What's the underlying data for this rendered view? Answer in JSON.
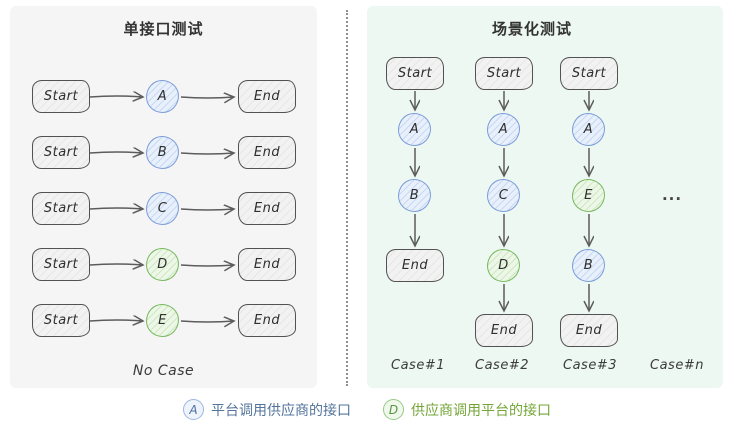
{
  "left": {
    "title": "单接口测试",
    "rows": [
      {
        "start": "Start",
        "letter": "A",
        "color": "blue",
        "end": "End"
      },
      {
        "start": "Start",
        "letter": "B",
        "color": "blue",
        "end": "End"
      },
      {
        "start": "Start",
        "letter": "C",
        "color": "blue",
        "end": "End"
      },
      {
        "start": "Start",
        "letter": "D",
        "color": "green",
        "end": "End"
      },
      {
        "start": "Start",
        "letter": "E",
        "color": "green",
        "end": "End"
      }
    ],
    "footer": "No Case"
  },
  "right": {
    "title": "场景化测试",
    "columns": [
      {
        "label": "Case#1",
        "start": "Start",
        "nodes": [
          {
            "letter": "A",
            "color": "blue"
          },
          {
            "letter": "B",
            "color": "blue"
          }
        ],
        "end": "End"
      },
      {
        "label": "Case#2",
        "start": "Start",
        "nodes": [
          {
            "letter": "A",
            "color": "blue"
          },
          {
            "letter": "C",
            "color": "blue"
          },
          {
            "letter": "D",
            "color": "green"
          }
        ],
        "end": "End"
      },
      {
        "label": "Case#3",
        "start": "Start",
        "nodes": [
          {
            "letter": "A",
            "color": "blue"
          },
          {
            "letter": "E",
            "color": "green"
          },
          {
            "letter": "B",
            "color": "blue"
          }
        ],
        "end": "End"
      },
      {
        "label": "Case#n"
      }
    ],
    "ellipsis": "..."
  },
  "legend": {
    "items": [
      {
        "symbol": "A",
        "color": "blue",
        "text": "平台调用供应商的接口"
      },
      {
        "symbol": "D",
        "color": "green",
        "text": "供应商调用平台的接口"
      }
    ]
  },
  "colors": {
    "left_panel_bg": "#f5f5f5",
    "right_panel_bg": "#ecf8f1",
    "blue_node_stroke": "#7b9cd9",
    "blue_node_fill": "#e8f0fc",
    "green_node_stroke": "#77b85e",
    "green_node_fill": "#edf7e7",
    "box_stroke": "#525252",
    "arrow": "#5c5c5c",
    "legend_blue_text": "#53749c",
    "legend_green_text": "#74a637"
  }
}
